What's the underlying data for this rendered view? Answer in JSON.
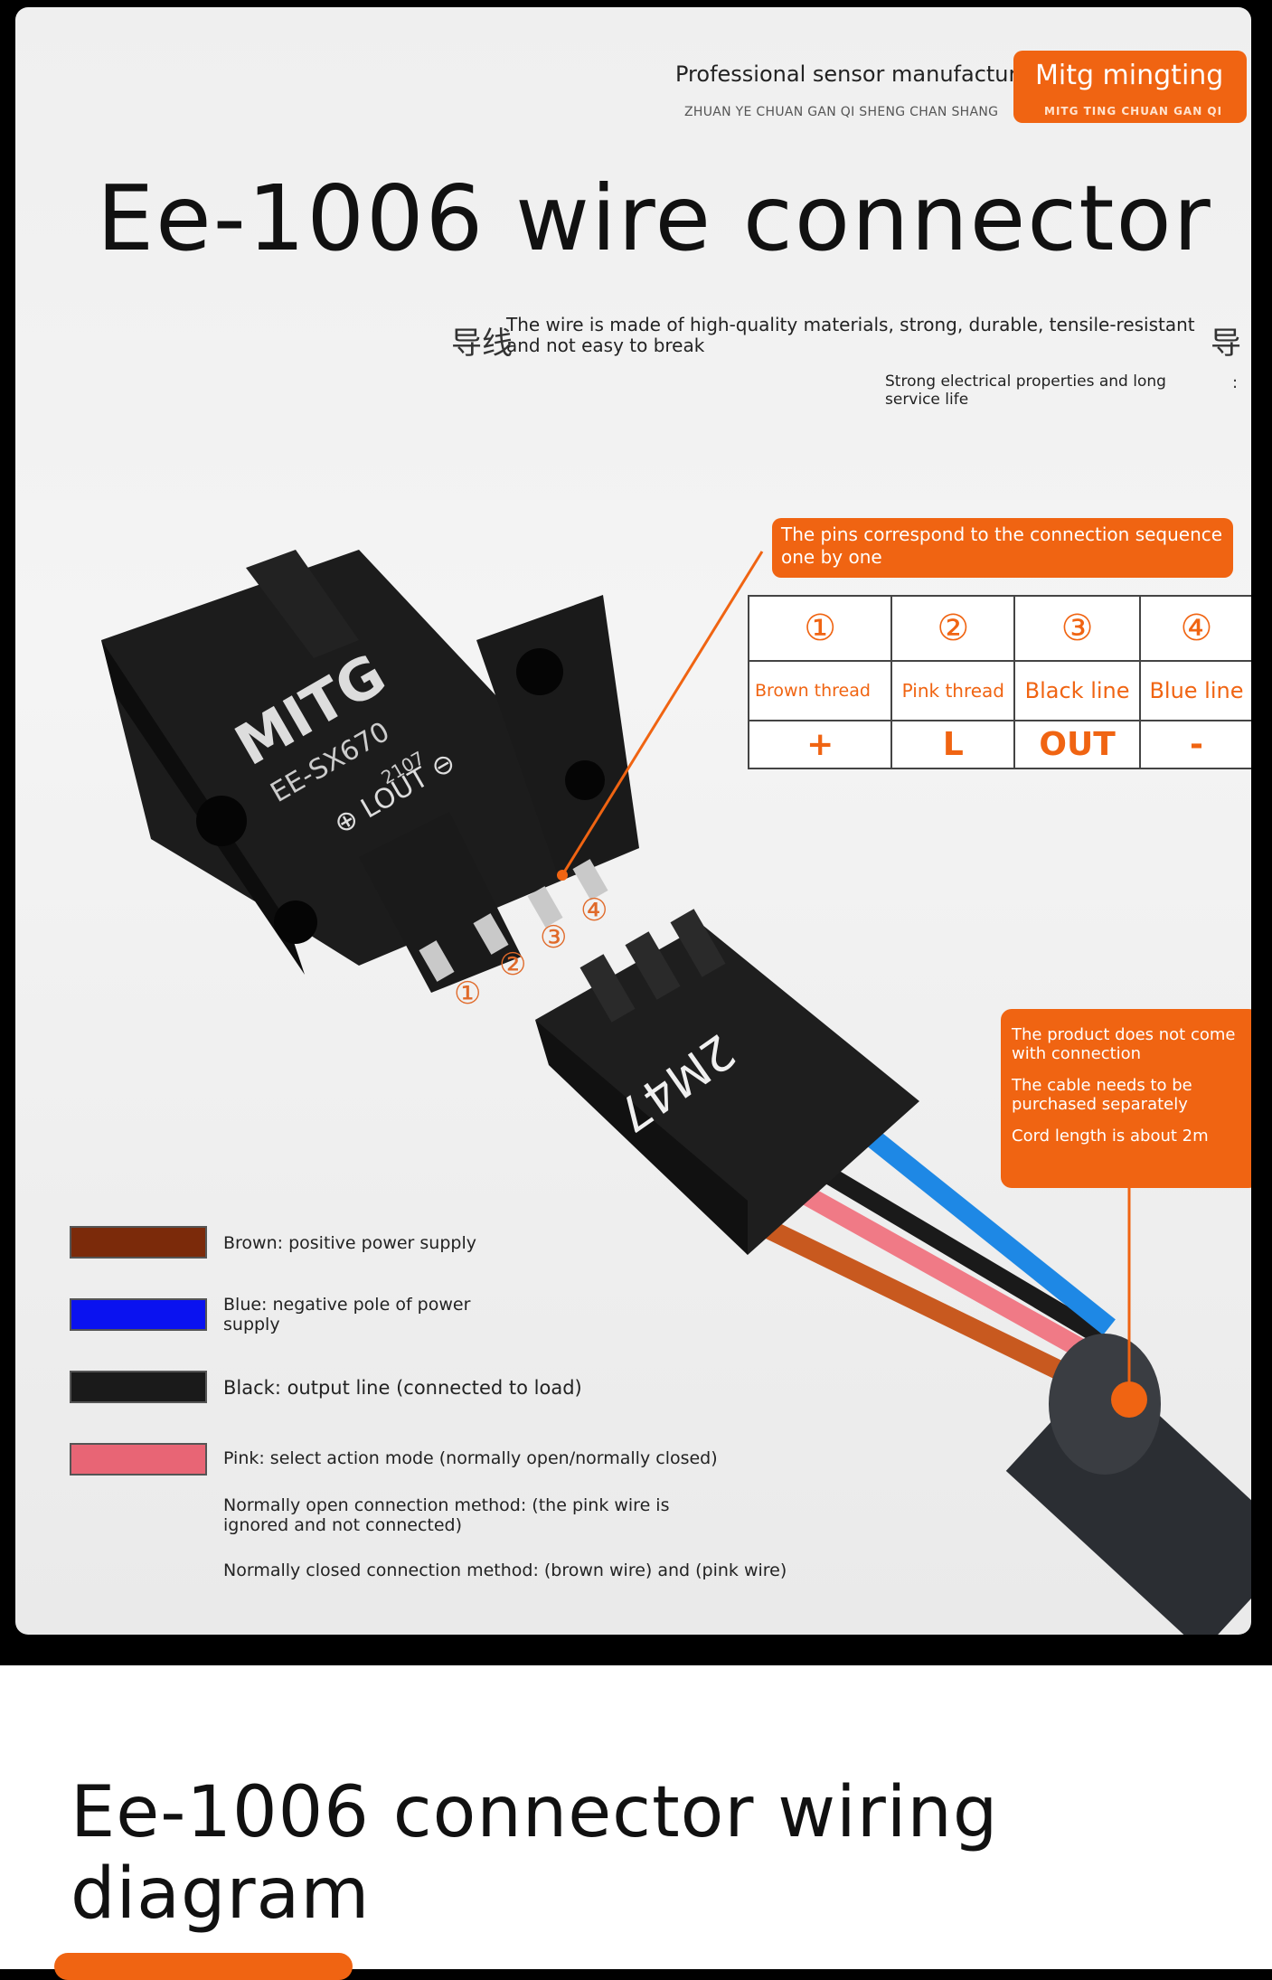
{
  "header": {
    "tagline": "Professional sensor manufacturer",
    "tagline_pinyin": "ZHUAN YE CHUAN GAN QI SHENG CHAN SHANG",
    "brand_name": "Mitg mingting",
    "brand_pinyin": "MITG TING CHUAN GAN QI"
  },
  "title": "Ee-1006 wire connector",
  "features": {
    "feature1_icon": "导线",
    "feature1": "The wire is made of high-quality materials, strong, durable, tensile-resistant and not easy to break",
    "feature1_end": "导",
    "feature2": "Strong electrical properties and long service life",
    "feature2_end": ":"
  },
  "pin_callout": "The pins correspond to the connection sequence one by one",
  "pin_table": {
    "numbers": [
      "①",
      "②",
      "③",
      "④"
    ],
    "names": [
      "Brown thread",
      "Pink thread",
      "Black line",
      "Blue line"
    ],
    "signals": [
      "+",
      "L",
      "OUT",
      "-"
    ]
  },
  "sensor": {
    "brand": "MITG",
    "model": "EE-SX670",
    "code": "2107",
    "pin_marks": "⊕ LOUT ⊖",
    "pins": [
      "①",
      "②",
      "③",
      "④"
    ]
  },
  "connector_label": "2M47",
  "product_callout": {
    "line1": "The product does not come with connection",
    "line2": "The cable needs to be purchased separately",
    "line3": "Cord length is about 2m"
  },
  "legend": [
    {
      "color": "#7b2a0a",
      "text": "Brown: positive power supply"
    },
    {
      "color": "#0a12f0",
      "text": "Blue: negative pole of power supply"
    },
    {
      "color": "#1a1a1a",
      "text": "Black: output line (connected to load)"
    },
    {
      "color": "#e86575",
      "text": "Pink: select action mode (normally open/normally closed)"
    }
  ],
  "notes": {
    "normally_open": "Normally open connection method: (the pink wire is ignored and not connected)",
    "normally_closed": "Normally closed connection method: (brown wire) and (pink wire)"
  },
  "wire_colors": {
    "brown": "#c8591f",
    "pink": "#f07a86",
    "black": "#1a1a1a",
    "blue": "#1e88e5",
    "accent": "#f06412"
  },
  "subtitle": "Ee-1006 connector wiring diagram"
}
